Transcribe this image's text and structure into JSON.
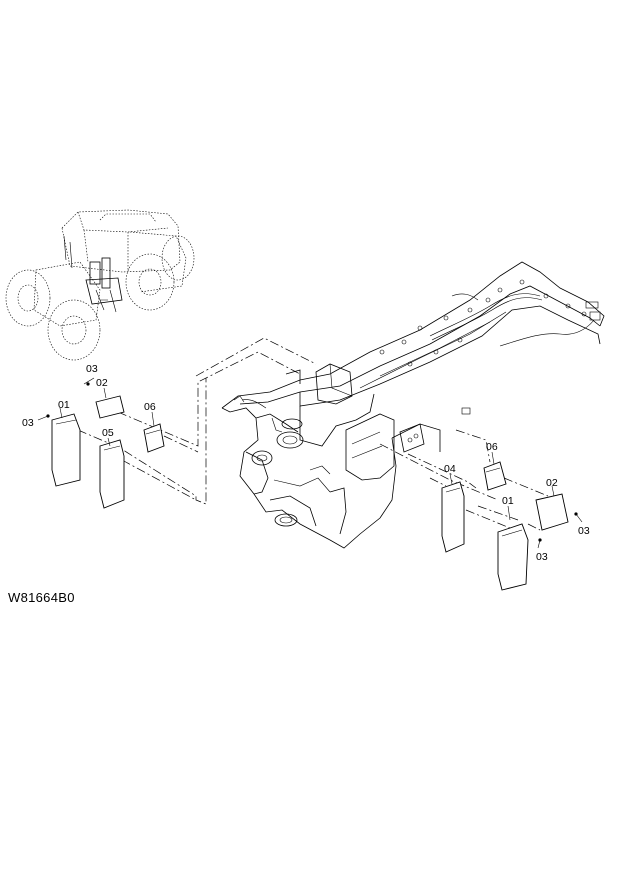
{
  "drawing_code": "W81664B0",
  "callouts": {
    "left_03_top": "03",
    "left_02": "02",
    "left_03_side": "03",
    "left_01": "01",
    "left_06": "06",
    "left_05": "05",
    "right_06": "06",
    "right_04": "04",
    "right_02": "02",
    "right_01": "01",
    "right_03_a": "03",
    "right_03_b": "03"
  }
}
